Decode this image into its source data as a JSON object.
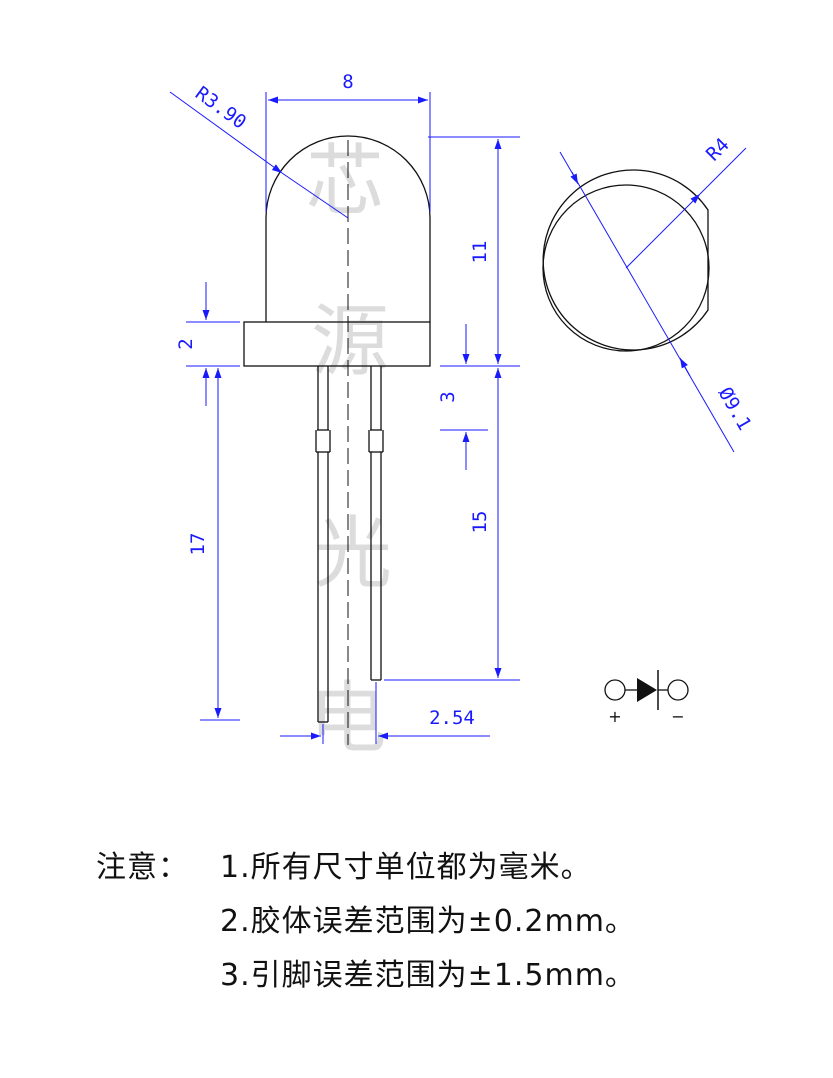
{
  "watermark": [
    "芯",
    "源",
    "光",
    "电"
  ],
  "dimensions": {
    "dome_radius": "R3.90",
    "body_width": "8",
    "dome_height": "11",
    "flange_height": "2",
    "lead_offset": "3",
    "lead_length_short": "15",
    "lead_length_long": "17",
    "lead_spacing": "2.54",
    "top_radius": "R4",
    "flange_diameter": "Ø9.1"
  },
  "symbol": {
    "plus": "+",
    "minus": "−"
  },
  "notes": {
    "heading": "注意：",
    "items": [
      "1.所有尺寸单位都为毫米。",
      "2.胶体误差范围为±0.2mm。",
      "3.引脚误差范围为±1.5mm。"
    ]
  },
  "colors": {
    "dimension": "#1a1aff",
    "outline": "#111111",
    "watermark": "#dcdcdc"
  }
}
